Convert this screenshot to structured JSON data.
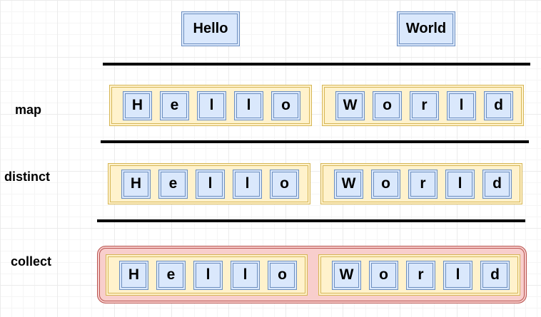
{
  "words": [
    "Hello",
    "World"
  ],
  "stages": {
    "map": {
      "label": "map",
      "groups": [
        [
          "H",
          "e",
          "l",
          "l",
          "o"
        ],
        [
          "W",
          "o",
          "r",
          "l",
          "d"
        ]
      ]
    },
    "distinct": {
      "label": "distinct",
      "groups": [
        [
          "H",
          "e",
          "l",
          "l",
          "o"
        ],
        [
          "W",
          "o",
          "r",
          "l",
          "d"
        ]
      ]
    },
    "collect": {
      "label": "collect",
      "groups": [
        [
          "H",
          "e",
          "l",
          "l",
          "o"
        ],
        [
          "W",
          "o",
          "r",
          "l",
          "d"
        ]
      ]
    }
  },
  "colors": {
    "cell_fill": "#dae8fc",
    "cell_border": "#6c8ebf",
    "group_fill": "#fff2cc",
    "group_border": "#d6b656",
    "collect_fill": "#f8cecc",
    "collect_border": "#b85450"
  }
}
